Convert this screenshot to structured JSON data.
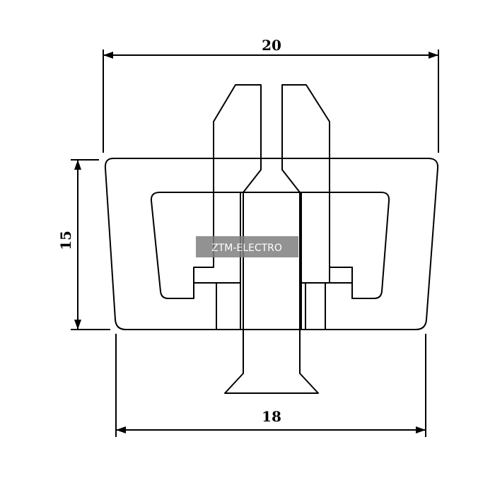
{
  "dimensions": {
    "top_width": "20",
    "height": "15",
    "bottom_width": "18"
  },
  "watermark": {
    "text": "ZTM-ELECTRO"
  },
  "colors": {
    "line": "#000000",
    "background": "#ffffff",
    "watermark_bg": "#808080",
    "watermark_text": "#ffffff"
  }
}
